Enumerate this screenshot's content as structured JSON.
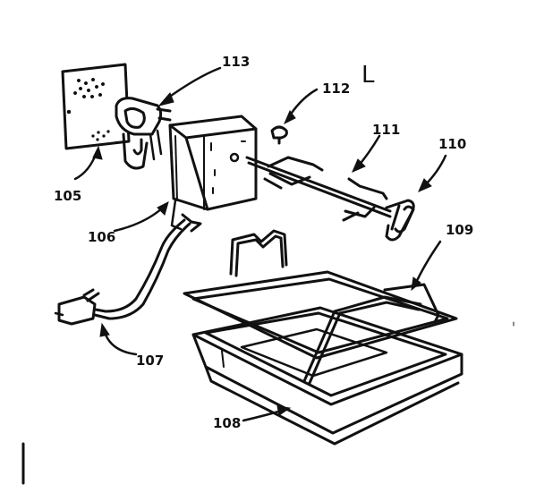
{
  "diagram": {
    "corner_mark": "L",
    "labels": {
      "plate": "105",
      "cord_clip": "106",
      "power_cord": "107",
      "drip_pan": "108",
      "wire_rack": "109",
      "skewer_handle": "110",
      "spit_rod": "111",
      "thumb_screw": "112",
      "motor_bracket": "113"
    }
  }
}
